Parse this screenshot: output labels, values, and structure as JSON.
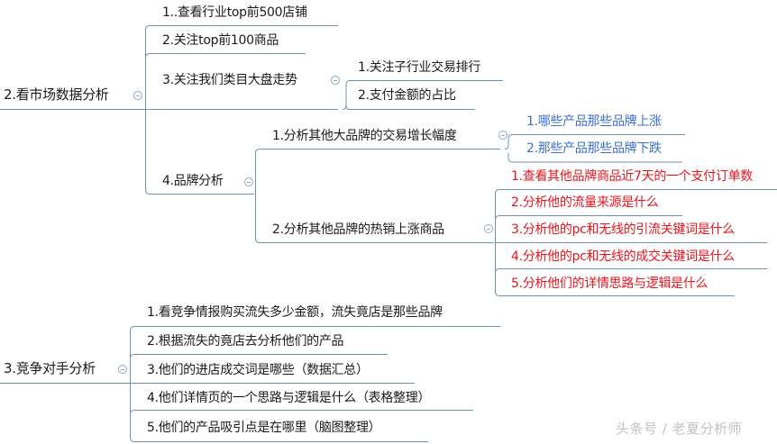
{
  "mindmap": {
    "line_color": "#6f8fb8",
    "colors": {
      "default_text": "#1a1a1a",
      "blue_text": "#3c6ed2",
      "red_text": "#e8141e",
      "watermark": "#c2c2c2"
    },
    "sections": [
      {
        "label": "2.看市场数据分析",
        "children": [
          {
            "label": "1..查看行业top前500店铺"
          },
          {
            "label": "2.关注top前100商品"
          },
          {
            "label": "3.关注我们类目大盘走势",
            "children": [
              {
                "label": "1.关注子行业交易排行"
              },
              {
                "label": "2.支付金额的占比"
              }
            ]
          },
          {
            "label": "4.品牌分析",
            "children": [
              {
                "label": "1.分析其他大品牌的交易增长幅度",
                "children": [
                  {
                    "label": "1.哪些产品那些品牌上涨"
                  },
                  {
                    "label": "2.那些产品那些品牌下跌"
                  }
                ]
              },
              {
                "label": "2.分析其他品牌的热销上涨商品",
                "children": [
                  {
                    "label": "1.查看其他品牌商品近7天的一个支付订单数"
                  },
                  {
                    "label": "2.分析他的流量来源是什么"
                  },
                  {
                    "label": "3.分析他的pc和无线的引流关键词是什么"
                  },
                  {
                    "label": "4.分析他的pc和无线的成交关键词是什么"
                  },
                  {
                    "label": "5.分析他们的详情思路与逻辑是什么"
                  }
                ]
              }
            ]
          }
        ]
      },
      {
        "label": "3.竞争对手分析",
        "children": [
          {
            "label": "1.看竞争情报购买流失多少金额，流失竟店是那些品牌"
          },
          {
            "label": "2.根据流失的竟店去分析他们的产品"
          },
          {
            "label": "3.他们的进店成交词是哪些（数据汇总）"
          },
          {
            "label": "4.他们详情页的一个思路与逻辑是什么（表格整理）"
          },
          {
            "label": "5.他们的产品吸引点是在哪里（脑图整理）"
          }
        ]
      }
    ],
    "icons": {
      "collapse": "collapse-toggle-icon"
    }
  },
  "watermark": "头条号 / 老夏分析师"
}
